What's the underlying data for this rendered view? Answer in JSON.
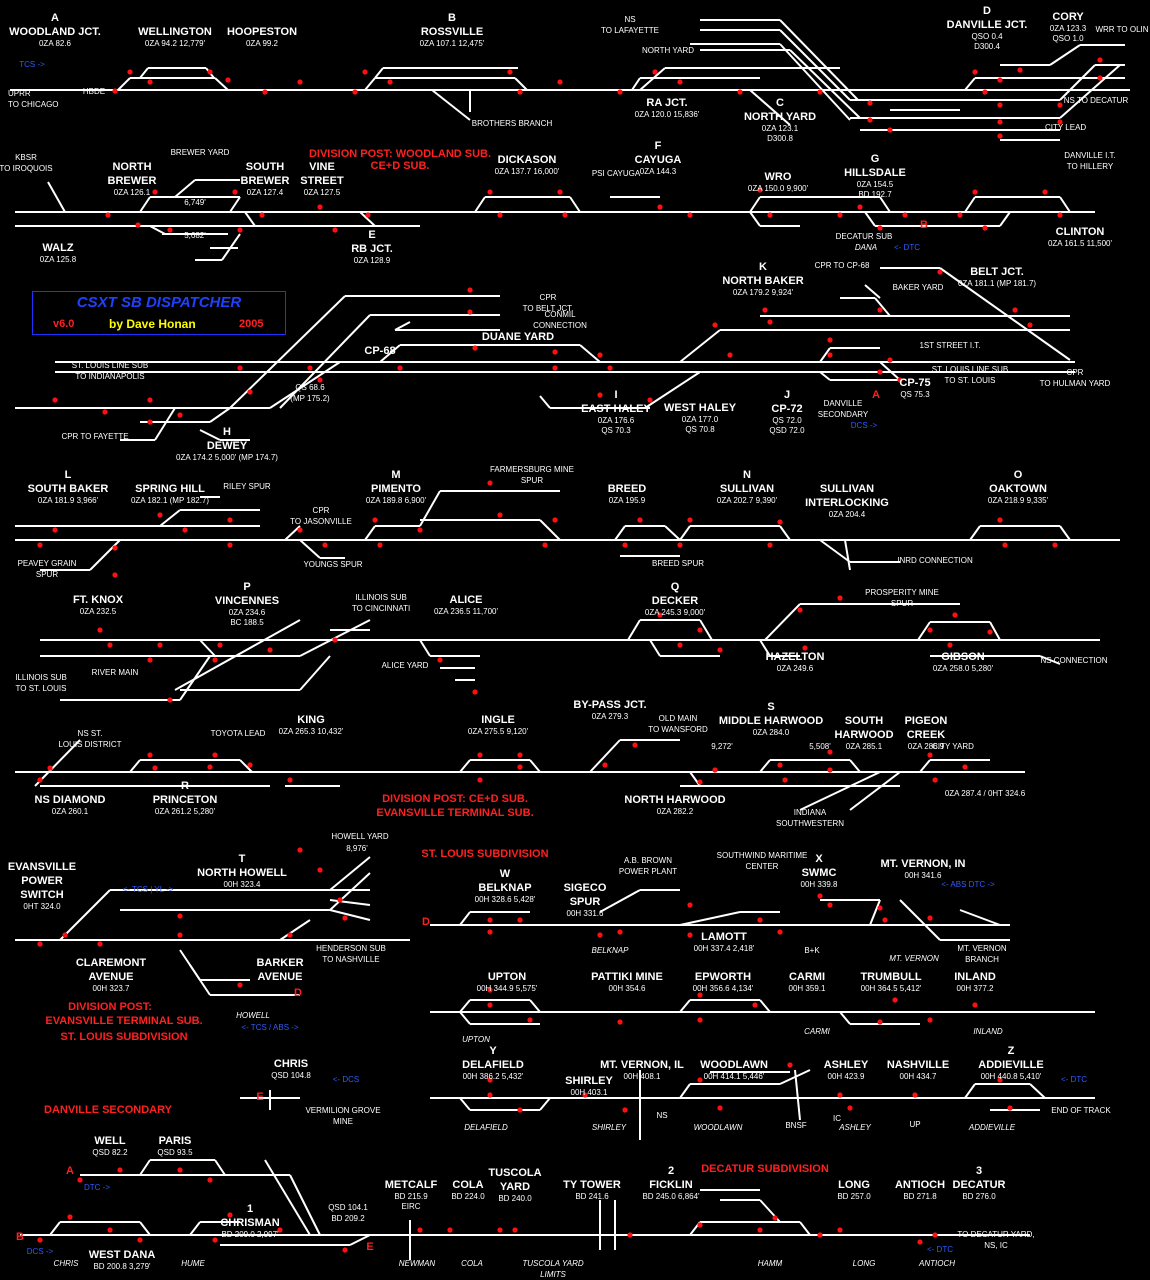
{
  "title": {
    "name": "CSXT SB DISPATCHER",
    "version": "v6.0",
    "author": "by Dave Honan",
    "year": "2005"
  },
  "stations": [
    {
      "code": "A",
      "name": "WOODLAND JCT.",
      "mp": "0ZA 82.6"
    },
    {
      "name": "WELLINGTON",
      "mp": "0ZA 94.2   12,779'"
    },
    {
      "name": "HOOPESTON",
      "mp": "0ZA 99.2"
    },
    {
      "code": "B",
      "name": "ROSSVILLE",
      "mp": "0ZA 107.1   12,475'"
    },
    {
      "code": "D",
      "name": "DANVILLE JCT.",
      "mp": "QSO 0.4 / D300.4"
    },
    {
      "name": "CORY",
      "mp": "0ZA 123.3 / QSO 1.0"
    },
    {
      "name": "RA JCT.",
      "mp": "0ZA 120.0   15,836'"
    },
    {
      "code": "C",
      "name": "NORTH YARD",
      "mp": "0ZA 123.1 / D300.8"
    },
    {
      "name": "NORTH BREWER",
      "mp": "0ZA 126.1"
    },
    {
      "name": "SOUTH BREWER",
      "mp": "0ZA 127.4"
    },
    {
      "name": "VINE STREET",
      "mp": "0ZA 127.5"
    },
    {
      "name": "DICKASON",
      "mp": "0ZA 137.7   16,000'"
    },
    {
      "code": "F",
      "name": "CAYUGA",
      "mp": "0ZA 144.3"
    },
    {
      "name": "WRO",
      "mp": "0ZA 150.0   9,900'"
    },
    {
      "code": "G",
      "name": "HILLSDALE",
      "mp": "0ZA 154.5 / BD 192.7"
    },
    {
      "name": "WALZ",
      "mp": "0ZA 125.8"
    },
    {
      "code": "E",
      "name": "RB JCT.",
      "mp": "0ZA 128.9"
    },
    {
      "name": "CLINTON",
      "mp": "0ZA 161.5   11,500'"
    },
    {
      "code": "K",
      "name": "NORTH BAKER",
      "mp": "0ZA 179.2   9,924'"
    },
    {
      "name": "BELT JCT.",
      "mp": "0ZA 181.1 (MP 181.7)"
    },
    {
      "name": "CP-68",
      "mp": ""
    },
    {
      "name": "DUANE YARD",
      "mp": ""
    },
    {
      "code": "I",
      "name": "EAST HALEY",
      "mp": "0ZA 176.6 / QS 70.3"
    },
    {
      "name": "WEST HALEY",
      "mp": "0ZA 177.0 / QS 70.8"
    },
    {
      "code": "J",
      "name": "CP-72",
      "mp": "QS 72.0 / QSD 72.0"
    },
    {
      "name": "CP-75",
      "mp": "QS 75.3"
    },
    {
      "code": "H",
      "name": "DEWEY",
      "mp": "0ZA 174.2   5,000' (MP 174.7)"
    },
    {
      "code": "L",
      "name": "SOUTH BAKER",
      "mp": "0ZA 181.9   3,966'"
    },
    {
      "name": "SPRING HILL",
      "mp": "0ZA 182.1 (MP 182.7)"
    },
    {
      "code": "M",
      "name": "PIMENTO",
      "mp": "0ZA 189.8   6,900'"
    },
    {
      "name": "BREED",
      "mp": "0ZA 195.9"
    },
    {
      "code": "N",
      "name": "SULLIVAN",
      "mp": "0ZA 202.7   9,390'"
    },
    {
      "name": "SULLIVAN INTERLOCKING",
      "mp": "0ZA 204.4"
    },
    {
      "code": "O",
      "name": "OAKTOWN",
      "mp": "0ZA 218.9   9,335'"
    },
    {
      "name": "FT. KNOX",
      "mp": "0ZA 232.5"
    },
    {
      "code": "P",
      "name": "VINCENNES",
      "mp": "0ZA 234.6 / BC 188.5"
    },
    {
      "name": "ALICE",
      "mp": "0ZA 236.5   11,700'"
    },
    {
      "code": "Q",
      "name": "DECKER",
      "mp": "0ZA 245.3   9,000'"
    },
    {
      "name": "HAZELTON",
      "mp": "0ZA 249.6"
    },
    {
      "name": "GIBSON",
      "mp": "0ZA 258.0   5,280'"
    },
    {
      "name": "KING",
      "mp": "0ZA 265.3   10,432'"
    },
    {
      "name": "INGLE",
      "mp": "0ZA 275.5   9,120'"
    },
    {
      "name": "BY-PASS JCT.",
      "mp": "0ZA 279.3"
    },
    {
      "code": "S",
      "name": "MIDDLE HARWOOD",
      "mp": "0ZA 284.0"
    },
    {
      "name": "SOUTH HARWOOD",
      "mp": "0ZA 285.1"
    },
    {
      "name": "PIGEON CREEK",
      "mp": "0ZA 286.9"
    },
    {
      "name": "NS DIAMOND",
      "mp": "0ZA 260.1"
    },
    {
      "code": "R",
      "name": "PRINCETON",
      "mp": "0ZA 261.2   5,280'"
    },
    {
      "name": "NORTH HARWOOD",
      "mp": "0ZA 282.2"
    },
    {
      "name": "EVANSVILLE POWER SWITCH",
      "mp": "0HT 324.0"
    },
    {
      "code": "T",
      "name": "NORTH HOWELL",
      "mp": "00H 323.4"
    },
    {
      "name": "CLAREMONT AVENUE",
      "mp": "00H 323.7"
    },
    {
      "name": "BARKER AVENUE",
      "mp": ""
    },
    {
      "code": "W",
      "name": "BELKNAP",
      "mp": "00H 328.6   5,428'"
    },
    {
      "name": "SIGECO SPUR",
      "mp": "00H 331.6"
    },
    {
      "name": "LAMOTT",
      "mp": "00H 337.4   2,418'"
    },
    {
      "code": "X",
      "name": "SWMC",
      "mp": "00H 339.8"
    },
    {
      "name": "MT. VERNON, IN",
      "mp": "00H 341.6"
    },
    {
      "name": "UPTON",
      "mp": "00H 344.9   5,575'"
    },
    {
      "name": "PATTIKI MINE",
      "mp": "00H 354.6"
    },
    {
      "name": "EPWORTH",
      "mp": "00H 356.6   4,134'"
    },
    {
      "name": "CARMI",
      "mp": "00H 359.1"
    },
    {
      "name": "TRUMBULL",
      "mp": "00H 364.5   5,412'"
    },
    {
      "name": "INLAND",
      "mp": "00H 377.2"
    },
    {
      "code": "Y",
      "name": "DELAFIELD",
      "mp": "00H 386.2   5,432'"
    },
    {
      "name": "SHIRLEY",
      "mp": "00H 403.1"
    },
    {
      "name": "MT. VERNON, IL",
      "mp": "00H 408.1"
    },
    {
      "name": "WOODLAWN",
      "mp": "00H 414.1   5,446'"
    },
    {
      "name": "ASHLEY",
      "mp": "00H 423.9"
    },
    {
      "name": "NASHVILLE",
      "mp": "00H 434.7"
    },
    {
      "code": "Z",
      "name": "ADDIEVILLE",
      "mp": "00H 440.8   5,410'"
    },
    {
      "name": "CHRIS",
      "mp": "QSD 104.8"
    },
    {
      "name": "WELL",
      "mp": "QSD 82.2"
    },
    {
      "name": "PARIS",
      "mp": "QSD 93.5"
    },
    {
      "code": "1",
      "name": "CHRISMAN",
      "mp": "BD 209.0   2,997'"
    },
    {
      "name": "WEST DANA",
      "mp": "BD 200.8   3,279'"
    },
    {
      "name": "METCALF",
      "mp": "BD 215.9 / EIRC"
    },
    {
      "name": "COLA",
      "mp": "BD 224.0"
    },
    {
      "name": "TUSCOLA YARD",
      "mp": "BD 240.0"
    },
    {
      "name": "TY TOWER",
      "mp": "BD 241.6"
    },
    {
      "code": "2",
      "name": "FICKLIN",
      "mp": "BD 245.0   6,864'"
    },
    {
      "name": "LONG",
      "mp": "BD 257.0"
    },
    {
      "name": "ANTIOCH",
      "mp": "BD 271.8"
    },
    {
      "code": "3",
      "name": "DECATUR",
      "mp": "BD 276.0"
    }
  ],
  "extras": [
    "0ZA 287.4 / 0HT 324.6"
  ],
  "labels": [
    "UPRR TO CHICAGO",
    "NS TO LAFAYETTE",
    "NORTH YARD",
    "BROTHERS BRANCH",
    "WRR TO OLIN",
    "NS TO DECATUR",
    "CITY LEAD",
    "DANVILLE I.T. TO HILLERY",
    "KBSR TO IROQUOIS",
    "BREWER YARD",
    "6,749'",
    "5,682'",
    "PSI CAYUGA",
    "DECATUR SUB",
    "DANA",
    "CPR TO CP-68",
    "BAKER YARD",
    "CPR TO BELT JCT.",
    "CONMIL CONNECTION",
    "ST. LOUIS LINE SUB TO INDIANAPOLIS",
    "1ST STREET I.T.",
    "CPR TO HULMAN YARD",
    "ST. LOUIS LINE SUB TO ST. LOUIS",
    "DANVILLE SECONDARY",
    "QS 68.6 (MP 175.2)",
    "CPR TO FAYETTE",
    "FARMERSBURG MINE SPUR",
    "RILEY SPUR",
    "CPR TO JASONVILLE",
    "PEAVEY GRAIN SPUR",
    "YOUNGS SPUR",
    "BREED SPUR",
    "INRD CONNECTION",
    "PROSPERITY MINE SPUR",
    "NS CONNECTION",
    "ILLINOIS SUB TO CINCINNATI",
    "ALICE YARD",
    "ILLINOIS SUB TO ST. LOUIS",
    "RIVER MAIN",
    "NS ST. LOUIS DISTRICT",
    "TOYOTA LEAD",
    "OLD MAIN TO WANSFORD",
    "9,272'",
    "5,508'",
    "CITY YARD",
    "INDIANA SOUTHWESTERN",
    "HOWELL YARD",
    "8,976'",
    "HENDERSON SUB TO NASHVILLE",
    "HOWELL",
    "A.B. BROWN POWER PLANT",
    "SOUTHWIND MARITIME CENTER",
    "BELKNAP",
    "B+K",
    "MT. VERNON",
    "MT. VERNON BRANCH",
    "UPTON",
    "CARMI",
    "INLAND",
    "DELAFIELD",
    "SHIRLEY",
    "WOODLAWN",
    "BNSF",
    "ASHLEY",
    "IC",
    "UP",
    "NS",
    "ADDIEVILLE",
    "END OF TRACK",
    "VERMILION GROVE MINE",
    "CHRIS",
    "HUME",
    "NEWMAN",
    "COLA",
    "TUSCOLA YARD LIMITS",
    "HAMM",
    "LONG",
    "ANTIOCH",
    "TO DECATUR YARD, NS, IC",
    "HBDE",
    "QSD 104.1",
    "BD 209.2"
  ],
  "red_labels": [
    "DIVISION POST: WOODLAND SUB.",
    "CE+D SUB.",
    "DIVISION POST:  CE+D SUB.",
    "EVANSVILLE TERMINAL SUB.",
    "ST. LOUIS SUBDIVISION",
    "DIVISION POST:",
    "EVANSVILLE TERMINAL SUB.",
    "ST. LOUIS SUBDIVISION",
    "DANVILLE SECONDARY",
    "DECATUR SUBDIVISION"
  ],
  "blue_labels": [
    "TCS ->",
    "<- DTC",
    "DCS ->",
    "<- TCS | YL ->",
    "<- TCS / ABS ->",
    "<- ABS DTC ->",
    "<- DTC",
    "<- DCS",
    "DTC ->",
    "DCS ->",
    "<- DTC"
  ],
  "colors": {
    "background": "#000000",
    "track": "#ffffff",
    "signal": "#ff1010",
    "division": "#ff2020",
    "method": "#2f5cff",
    "title": "#2040ff",
    "author": "#ffff00"
  }
}
